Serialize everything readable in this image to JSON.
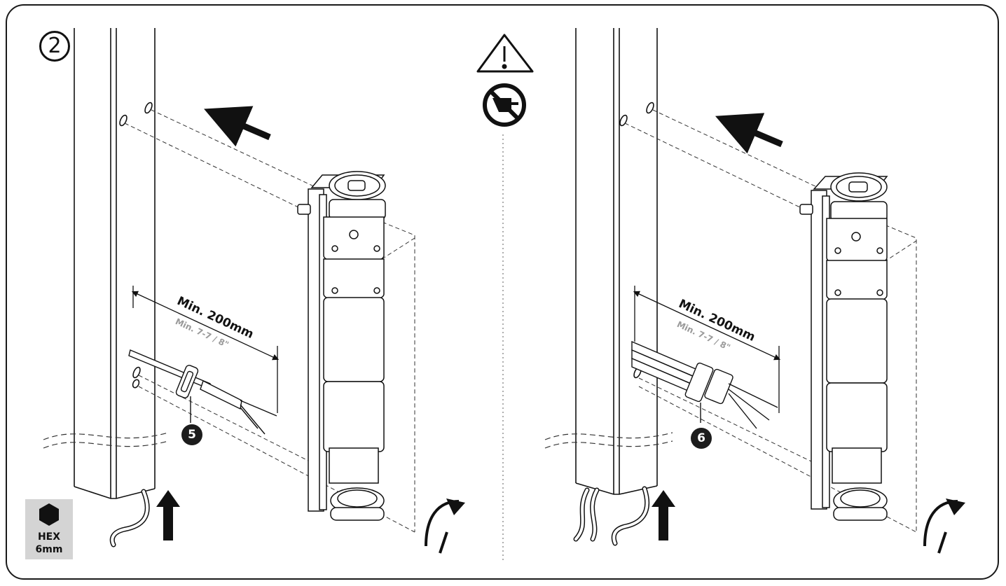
{
  "step_number": "2",
  "tool": {
    "type_label": "HEX",
    "size_label": "6mm",
    "icon": "hex-key-icon"
  },
  "warnings": {
    "icons": [
      "warning-triangle-icon",
      "no-power-plug-icon"
    ]
  },
  "left_panel": {
    "dimension": {
      "metric": "Min. 200mm",
      "imperial": "Min. 7-7 / 8\""
    },
    "callout": "5"
  },
  "right_panel": {
    "dimension": {
      "metric": "Min. 200mm",
      "imperial": "Min. 7-7 / 8\""
    },
    "callout": "6"
  },
  "colors": {
    "line": "#111111",
    "guide": "#333333",
    "hex_badge": "#d4d4d4",
    "callout_fill": "#1c1c1c"
  }
}
